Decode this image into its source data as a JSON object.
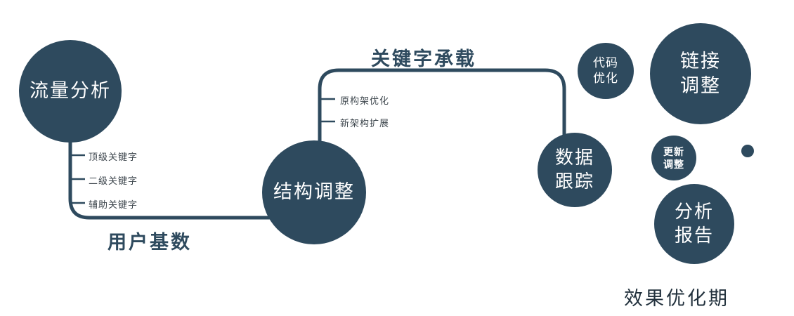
{
  "diagram": {
    "colors": {
      "node_fill": "#2e4a5e",
      "node_text": "#ffffff",
      "line": "#2e4a5e",
      "edge_label_text": "#2e4a5e",
      "branch_text": "#3d464d"
    },
    "nodes": {
      "traffic": {
        "label": "流量分析"
      },
      "structure": {
        "label": "结构调整"
      },
      "tracking": {
        "label": "数据\n跟踪"
      },
      "code": {
        "label": "代码\n优化"
      },
      "link": {
        "label": "链接\n调整"
      },
      "update": {
        "label": "更新\n调整"
      },
      "report": {
        "label": "分析\n报告"
      }
    },
    "edge_labels": {
      "keyword_carry": "关键字承载",
      "user_base": "用户基数"
    },
    "branches": {
      "traffic_keywords": [
        "顶级关键字",
        "二级关键字",
        "辅助关键字"
      ],
      "structure_items": [
        "原构架优化",
        "新架构扩展"
      ]
    },
    "caption": "效果优化期"
  }
}
